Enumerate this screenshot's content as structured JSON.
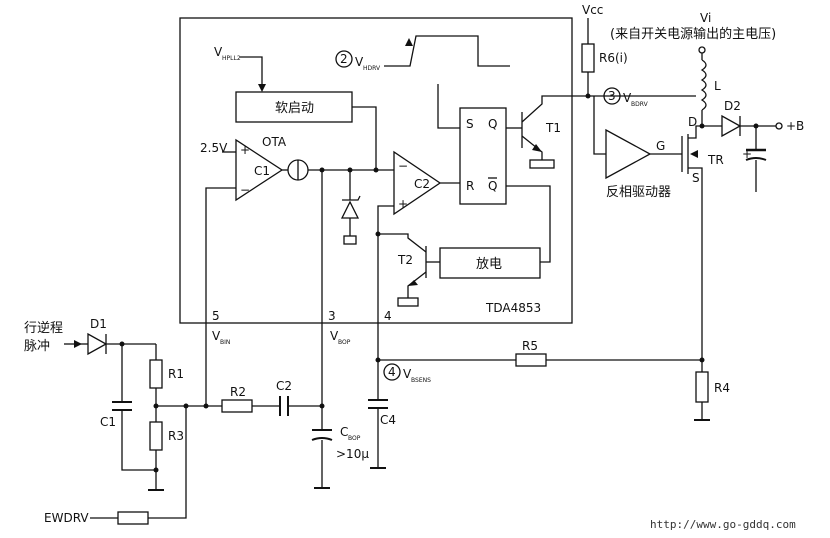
{
  "chip": {
    "name": "TDA4853"
  },
  "pins": {
    "p5": "5",
    "p3": "3",
    "p4": "4",
    "p2": "2",
    "p3circ": "3",
    "p4circ": "4"
  },
  "signals": {
    "vhpll2": "V",
    "vhpll2_sub": "HPLL2",
    "vhdrv": "V",
    "vhdrv_sub": "HDRV",
    "vbdrv": "V",
    "vbdrv_sub": "BDRV",
    "vbin": "V",
    "vbin_sub": "BIN",
    "vbop": "V",
    "vbop_sub": "BOP",
    "vbsens": "V",
    "vbsens_sub": "BSENS",
    "vcc": "Vcc",
    "vi": "Vi",
    "vi_note": "(来自开关电源输出的主电压)",
    "plus_b": "+B",
    "ewdrv": "EWDRV",
    "flyback_line1": "行逆程",
    "flyback_line2": "脉冲",
    "ref_25v": "2.5V"
  },
  "blocks": {
    "soft_start": "软启动",
    "discharge": "放电",
    "inv_driver": "反相驱动器",
    "ota": "OTA",
    "c1": "C1",
    "c2": "C2",
    "ff_s": "S",
    "ff_q": "Q",
    "ff_r": "R",
    "ff_qbar": "Q",
    "minus1": "−",
    "plus1": "+",
    "minus2": "−",
    "plus2": "+"
  },
  "components": {
    "r1": "R1",
    "r2": "R2",
    "r3": "R3",
    "r4": "R4",
    "r5": "R5",
    "r6": "R6(i)",
    "c1": "C1",
    "c2": "C2",
    "c4": "C4",
    "cbop": "C",
    "cbop_sub": "BOP",
    "cbop_val": ">10μ",
    "d1": "D1",
    "d2": "D2",
    "l": "L",
    "t1": "T1",
    "t2": "T2",
    "tr": "TR",
    "tr_d": "D",
    "tr_s": "S",
    "tr_g": "G"
  },
  "footer": {
    "url": "http://www.go-gddq.com"
  }
}
